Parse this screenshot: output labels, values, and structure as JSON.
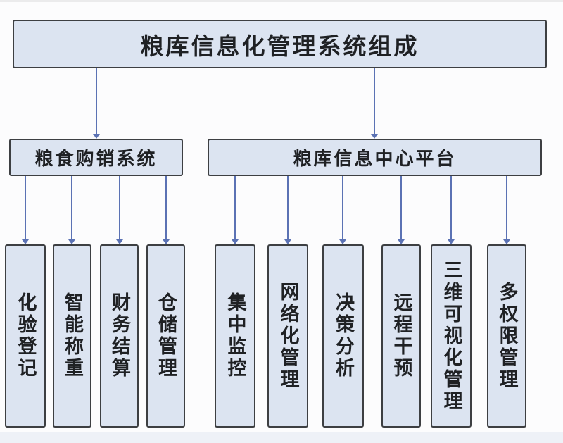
{
  "diagram": {
    "title": "粮库信息化管理系统组成",
    "branches": [
      {
        "label": "粮食购销系统",
        "children": [
          "化验登记",
          "智能称重",
          "财务结算",
          "仓储管理"
        ]
      },
      {
        "label": "粮库信息中心平台",
        "children": [
          "集中监控",
          "网络化管理",
          "决策分析",
          "远程干预",
          "三维可视化管理",
          "多权限管理"
        ]
      }
    ]
  },
  "colors": {
    "box_fill": "#dce4f1",
    "box_border": "#3d3f42",
    "connector_line": "#5b72b4",
    "text": "#1f2124",
    "background": "#fcfcfd"
  }
}
